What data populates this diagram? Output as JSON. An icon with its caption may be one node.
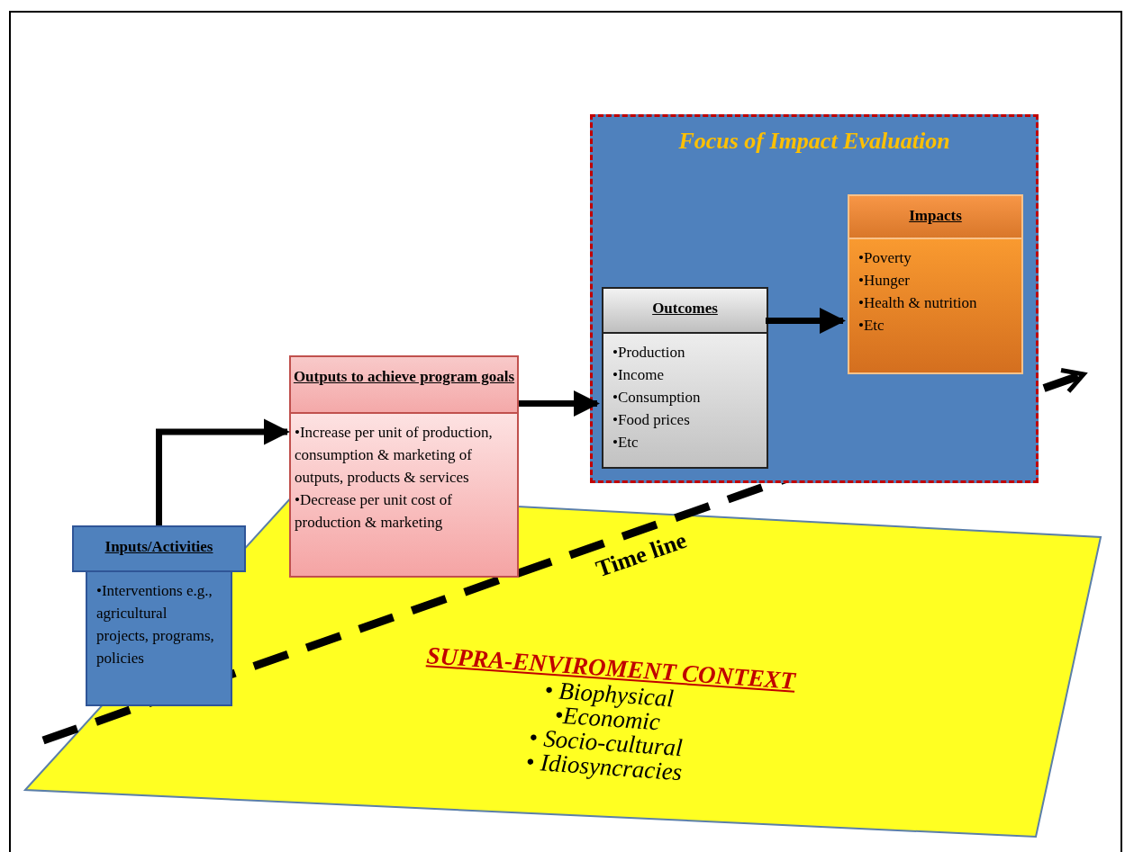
{
  "diagram": {
    "nodes": [
      {
        "text": [
          "Inputs/Activities",
          "•Interventions e.g., agricultural projects, programs, policies"
        ]
      },
      {
        "text": [
          "Outputs to achieve program goals",
          "•Increase per unit of production, consumption & marketing of outputs, products & services",
          "•Decrease per unit cost of production & marketing"
        ]
      },
      {
        "text": [
          "Focus of Impact Evaluation"
        ]
      },
      {
        "text": [
          "Outcomes",
          "•Production",
          "•Income",
          "•Consumption",
          "•Food prices",
          "•Etc"
        ],
        "in": 2
      },
      {
        "text": [
          "Impacts",
          "•Poverty",
          "•Hunger",
          "•Health & nutrition",
          "•Etc"
        ],
        "in": 2
      },
      {
        "text": [
          "SUPRA-ENVIROMENT CONTEXT",
          "• Biophysical",
          "•Economic",
          "• Socio-cultural",
          "• Idiosyncracies"
        ]
      }
    ],
    "edges": [
      {
        "from": 0,
        "to": 1,
        "arrow": "to"
      },
      {
        "from": 1,
        "to": 3,
        "arrow": "to"
      },
      {
        "from": 3,
        "to": 4,
        "arrow": "to"
      }
    ],
    "labels": [
      "Time line"
    ]
  }
}
